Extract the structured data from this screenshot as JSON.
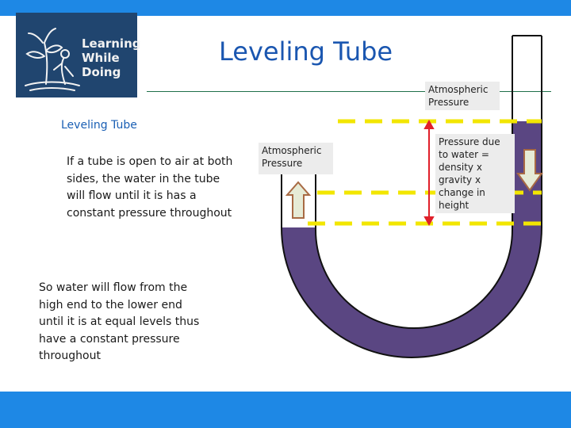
{
  "logo": {
    "lines": [
      "Learning",
      "While",
      "Doing"
    ],
    "bg_color": "#20456f"
  },
  "title": "Leveling Tube",
  "subtitle": "Leveling Tube",
  "paragraph1": "If a tube is open to air at both sides, the water in the tube will flow until it is has a constant pressure throughout",
  "paragraph2": "So water will flow from the high end to the lower end until it is at equal levels thus have a constant pressure throughout",
  "diagram": {
    "label_atmospheric_top": "Atmospheric Pressure",
    "label_atmospheric_left": "Atmospheric Pressure",
    "label_pressure": "Pressure due to water = density x gravity x change in height",
    "colors": {
      "water": "#5a4682",
      "level_line": "#f2e600",
      "arrow_fill": "#e6ebd6",
      "arrow_stroke": "#a86a44",
      "measure_arrow": "#e0202a",
      "accent_bar": "#1e88e5"
    }
  }
}
